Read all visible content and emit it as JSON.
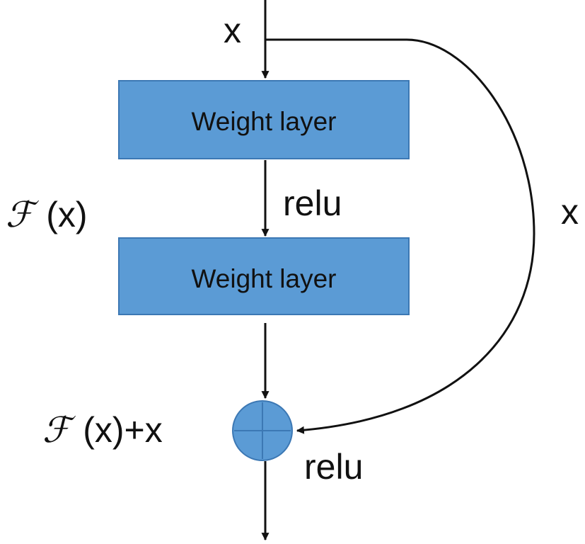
{
  "diagram": {
    "input_label": "x",
    "skip_label": "x",
    "layer_top": "Weight layer",
    "layer_bottom": "Weight layer",
    "activation_mid": "relu",
    "activation_out": "relu",
    "residual_fn": {
      "symbol": "ℱ",
      "rest": "(x)"
    },
    "sum_fn": {
      "symbol": "ℱ",
      "rest": "(x)+x"
    },
    "colors": {
      "layer_fill": "#5b9bd5",
      "layer_stroke": "#3c78b4",
      "line": "#111111"
    }
  }
}
